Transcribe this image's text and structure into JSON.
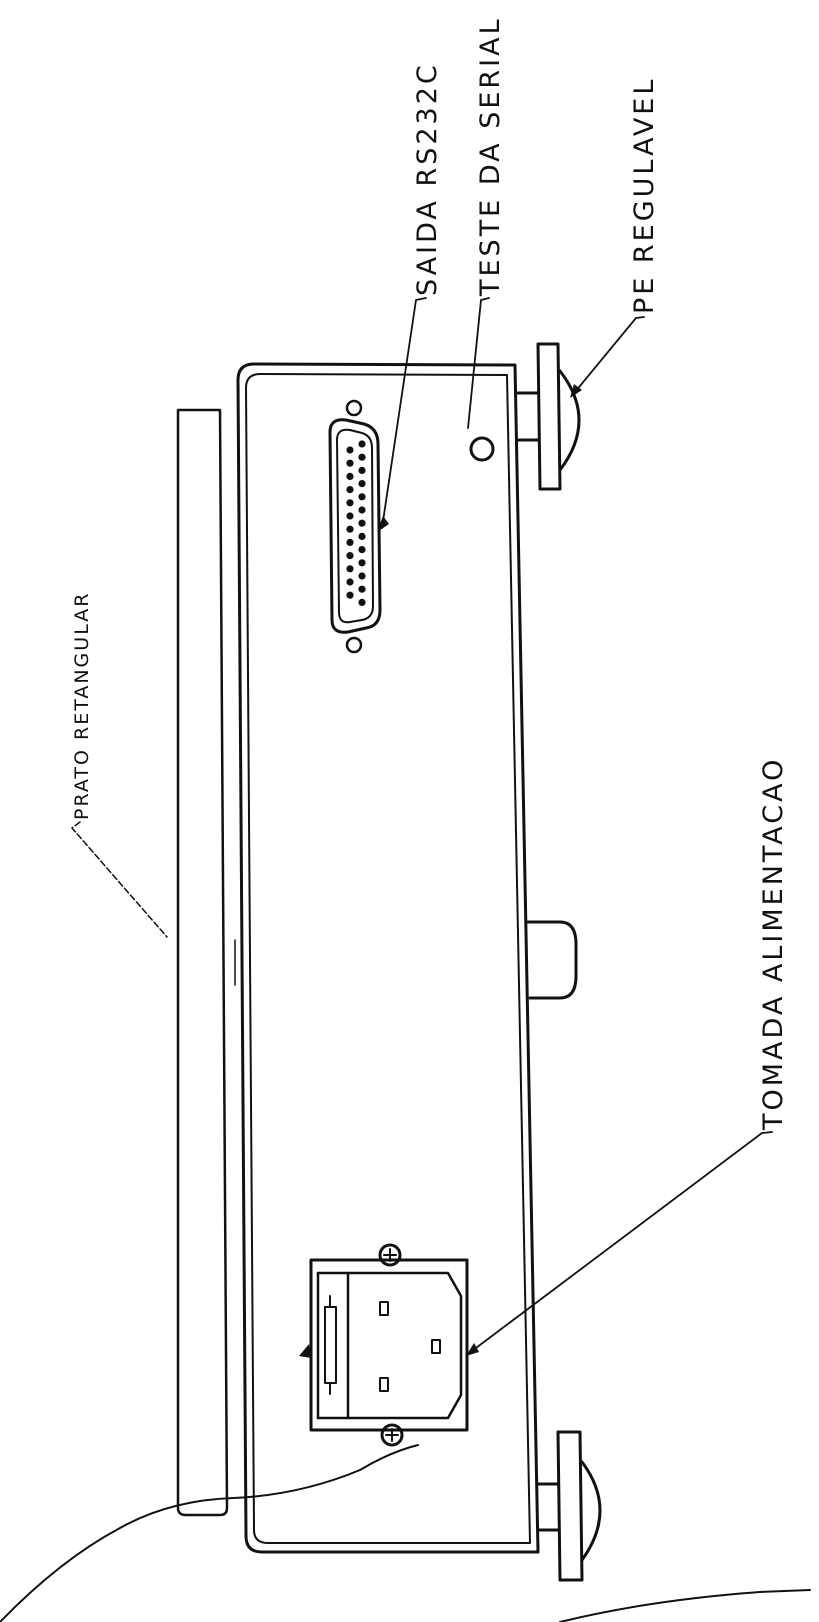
{
  "labels": {
    "rs232": "SAIDA RS232C",
    "serial_test": "TESTE DA SERIAL",
    "foot": "PE REGULAVEL",
    "plate": "PRATO RETANGULAR",
    "power": "TOMADA ALIMENTACAO"
  },
  "colors": {
    "ink": "#111111",
    "paper": "#ffffff"
  }
}
